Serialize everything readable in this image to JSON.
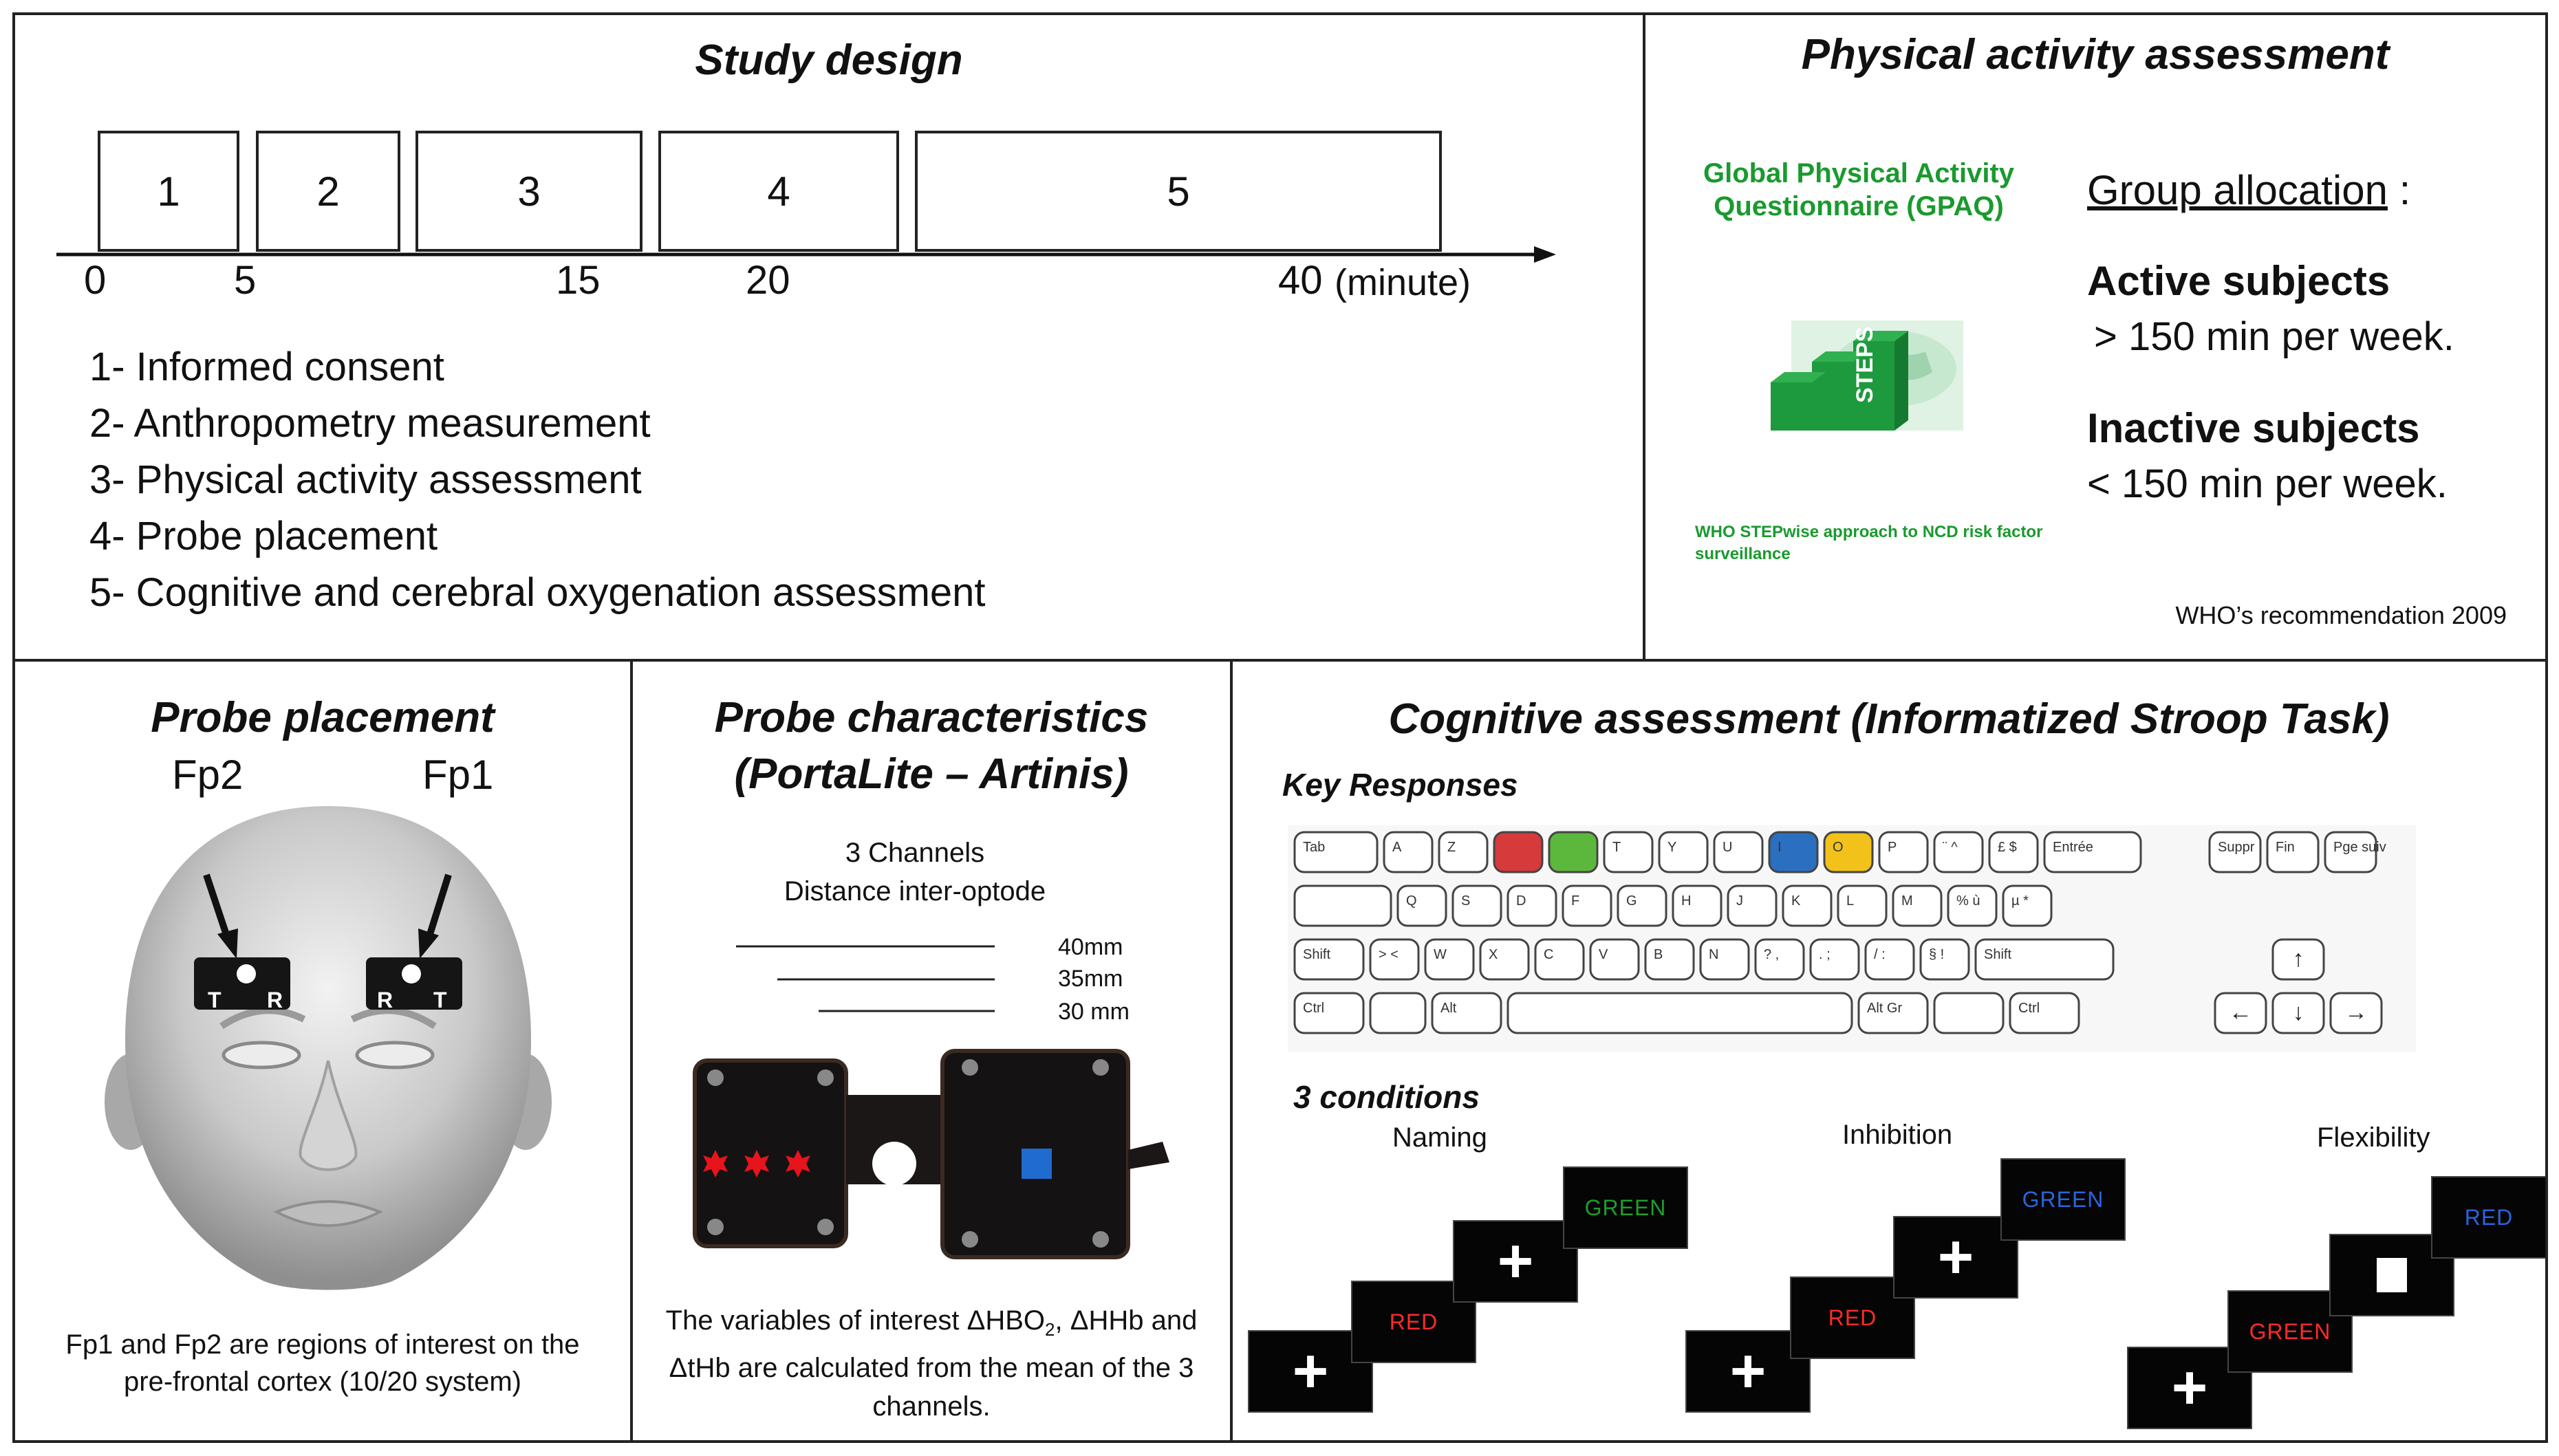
{
  "study_design": {
    "title": "Study design",
    "steps": [
      "1",
      "2",
      "3",
      "4",
      "5"
    ],
    "ticks": [
      "0",
      "5",
      "15",
      "20",
      "40"
    ],
    "unit": "(minute)",
    "legend": [
      "1- Informed consent",
      "2- Anthropometry measurement",
      "3- Physical activity assessment",
      "4- Probe placement",
      "5- Cognitive and cerebral oxygenation assessment"
    ]
  },
  "physical_activity": {
    "title": "Physical activity assessment",
    "gpaq_line1": "Global Physical Activity",
    "gpaq_line2": "Questionnaire (GPAQ)",
    "logo_text": "STEPS",
    "who_line1": "WHO STEPwise approach to NCD risk factor",
    "who_line2": "surveillance",
    "group_allocation": "Group allocation",
    "group_colon": ":",
    "active_label": "Active subjects",
    "active_value": "> 150 min per week.",
    "inactive_label": "Inactive subjects",
    "inactive_value": "< 150 min per week.",
    "source": "WHO’s recommendation 2009",
    "brand_green": "#1a9a2e"
  },
  "probe_placement": {
    "title": "Probe placement",
    "fp2": "Fp2",
    "fp1": "Fp1",
    "probe_letters": [
      "T",
      "R",
      "R",
      "T"
    ],
    "caption_line1": "Fp1 and Fp2 are regions of interest on the",
    "caption_line2": "pre-frontal cortex (10/20 system)"
  },
  "probe_characteristics": {
    "title_line1": "Probe characteristics",
    "title_line2": "(PortaLite – Artinis)",
    "channels": "3 Channels",
    "distance": "Distance inter-optode",
    "distances": [
      "40mm",
      "35mm",
      "30 mm"
    ],
    "caption_line1_a": "The variables of interest ΔHBO",
    "caption_line1_sub": "2",
    "caption_line1_b": ", ΔHHb and",
    "caption_line2": "ΔtHb are calculated from the mean of the 3",
    "caption_line3": "channels."
  },
  "cognitive": {
    "title": "Cognitive assessment (Informatized Stroop Task)",
    "key_responses": "Key Responses",
    "conditions_title": "3 conditions",
    "keyboard": {
      "row1": [
        "Tab",
        "A",
        "Z",
        "",
        "",
        "T",
        "Y",
        "U",
        "I",
        "O",
        "P",
        "¨ ^",
        "£ $",
        "Entrée"
      ],
      "row2": [
        "",
        "Q",
        "S",
        "D",
        "F",
        "G",
        "H",
        "J",
        "K",
        "L",
        "M",
        "% ù",
        "µ *"
      ],
      "row3": [
        "Shift",
        "> <",
        "W",
        "X",
        "C",
        "V",
        "B",
        "N",
        "? ,",
        ". ;",
        "/ :",
        "§ !",
        "Shift"
      ],
      "row4": [
        "Ctrl",
        "",
        "Alt",
        "",
        "Alt Gr",
        "",
        "Ctrl"
      ],
      "nav": [
        "Suppr",
        "Fin",
        "Pge suiv"
      ],
      "colored": [
        "#d63a3a",
        "#5cb83c",
        "#2a6fc0",
        "#f2c21a"
      ]
    },
    "conditions": [
      {
        "name": "Naming",
        "first": "RED",
        "first_color": "#ff2a2a",
        "second": "GREEN",
        "second_color": "#1e9e2a"
      },
      {
        "name": "Inhibition",
        "first": "RED",
        "first_color": "#ff2a2a",
        "second": "GREEN",
        "second_color": "#2a64e0"
      },
      {
        "name": "Flexibility",
        "first": "GREEN",
        "first_color": "#ff2a2a",
        "second": "RED",
        "second_color": "#2a64e0"
      }
    ]
  }
}
